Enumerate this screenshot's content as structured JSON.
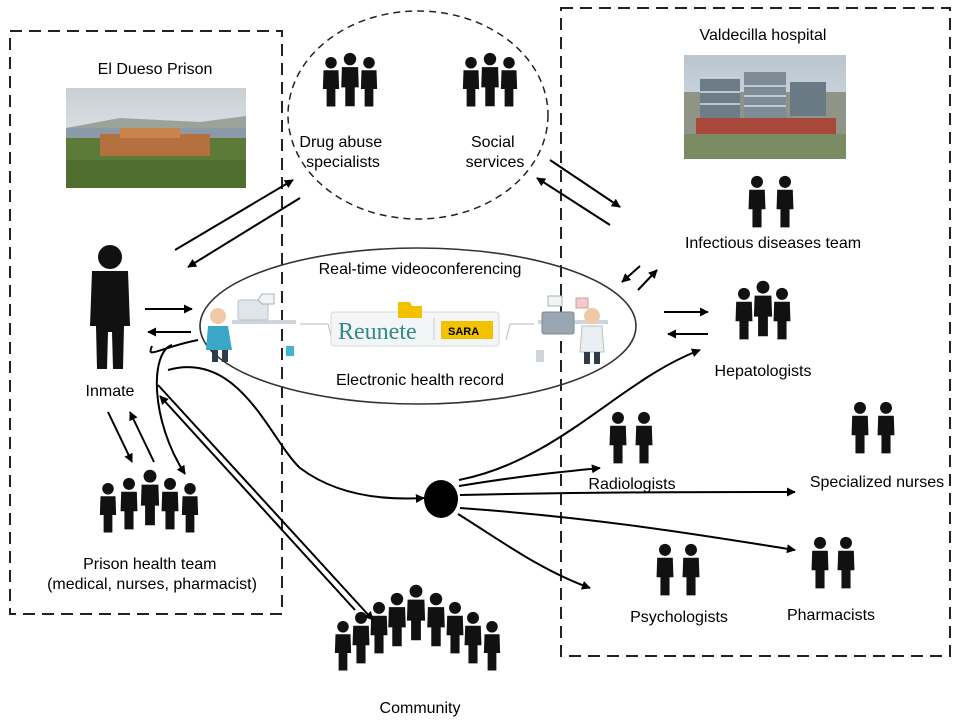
{
  "prison": {
    "title": "El Dueso Prison"
  },
  "hospital": {
    "title": "Valdecilla hospital"
  },
  "specialists": {
    "drug_label": [
      "Drug abuse",
      "specialists"
    ],
    "social_label": [
      "Social",
      "services"
    ]
  },
  "telemedicine": {
    "top_label": "Real-time videoconferencing",
    "bottom_label": "Electronic health record",
    "brand_logo": "Reunete",
    "brand_badge": "SARA"
  },
  "inmate": {
    "label": "Inmate"
  },
  "prison_team": {
    "label": [
      "Prison health team",
      "(medical, nurses, pharmacist)"
    ]
  },
  "community": {
    "label": "Community"
  },
  "hospital_teams": {
    "infectious": "Infectious diseases team",
    "hepatologists": "Hepatologists",
    "radiologists": "Radiologists",
    "nurses": "Specialized nurses",
    "psychologists": "Psychologists",
    "pharmacists": "Pharmacists"
  },
  "colors": {
    "logo_teal": "#2f8a8a",
    "badge_yellow": "#f2c200"
  }
}
